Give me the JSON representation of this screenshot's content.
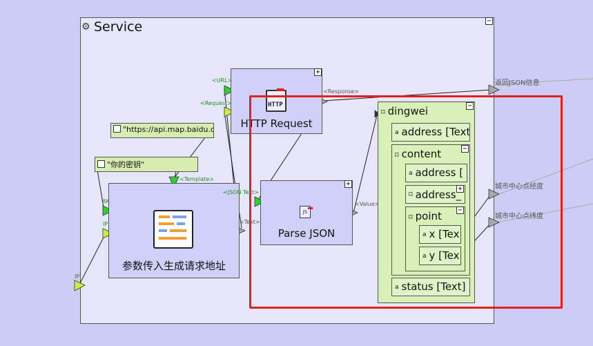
{
  "service": {
    "title": "Service",
    "collapse": "−"
  },
  "http_node": {
    "title": "HTTP Request",
    "icon_text": "HTTP",
    "toggle": "+",
    "ports": {
      "url": "<URL>",
      "request": "<Request>",
      "response": "<Response>"
    }
  },
  "parse_node": {
    "title": "Parse JSON",
    "icon_text": "JS",
    "toggle": "+",
    "ports": {
      "json_text": "<JSON Text>",
      "value": "<Value>"
    }
  },
  "template_node": {
    "title": "参数传入生成请求地址",
    "ports": {
      "template": "<Template>",
      "ak": "AK",
      "ip": "IP",
      "text": "<Text>"
    }
  },
  "constants": {
    "url": "\"https://api.map.baidu.com",
    "key": "\"你的密钥\""
  },
  "ip_port_label": "IP",
  "dingwei": {
    "title": "dingwei",
    "collapse": "−",
    "address": "address [Text",
    "content": {
      "title": "content",
      "collapse": "−",
      "address1": "address [",
      "address2": "address_",
      "address2_toggle": "+",
      "point": {
        "title": "point",
        "collapse": "−",
        "x": "x [Tex",
        "y": "y [Tex"
      }
    },
    "status": "status [Text]"
  },
  "outputs": {
    "json_info": "返回JSON信息",
    "lng": "城市中心点经度",
    "lat": "城市中心点纬度"
  },
  "colors": {
    "highlight": "#e3201e",
    "port_green": "#33cc33",
    "port_gray": "#a8a8a8"
  }
}
